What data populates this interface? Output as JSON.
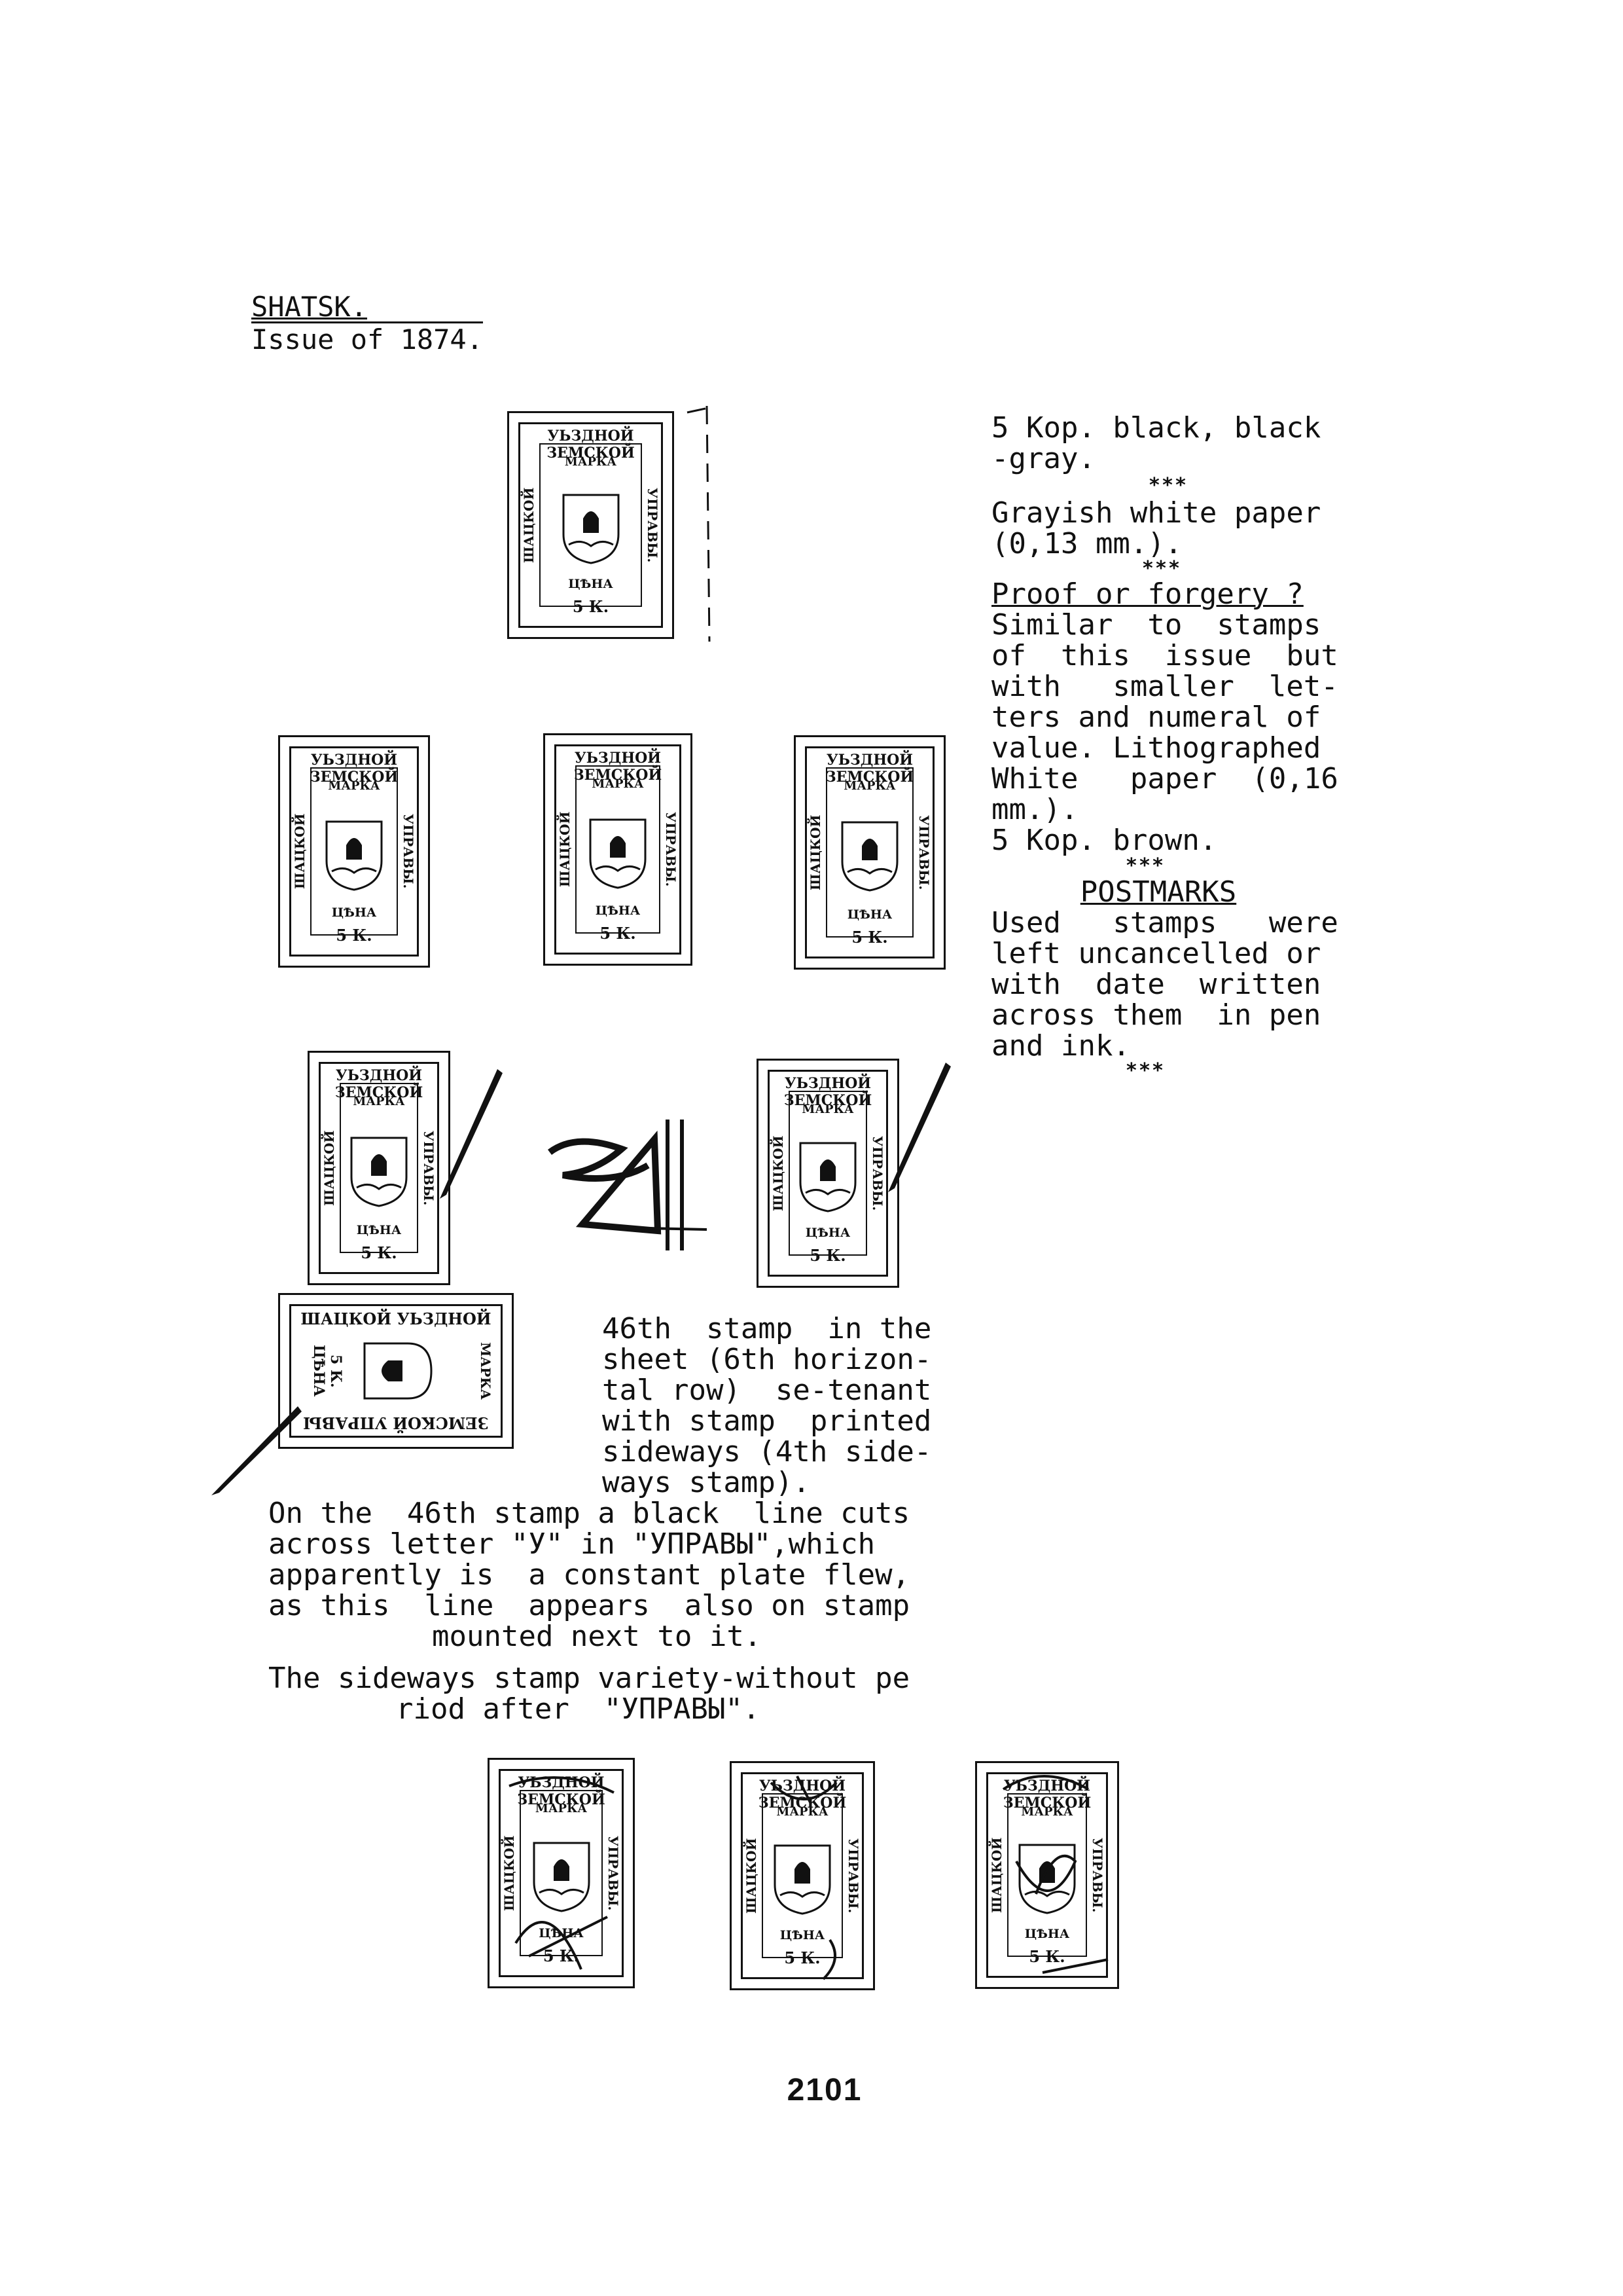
{
  "header": {
    "title": "SHATSK.",
    "subtitle": "Issue of 1874."
  },
  "right_column": {
    "desc_lines": [
      "5 Kop. black, black",
      "-gray."
    ],
    "stars": "***",
    "paper_lines": [
      "Grayish white paper",
      "(0,13 mm.)."
    ],
    "proof_heading": "Proof or forgery ?",
    "proof_lines": [
      "Similar  to  stamps",
      "of  this  issue  but",
      "with   smaller  let-",
      "ters and numeral of",
      "value. Lithographed",
      "White   paper  (0,16",
      "mm.).",
      "5 Kop. brown."
    ],
    "postmarks_heading": "POSTMARKS",
    "postmarks_lines": [
      "Used   stamps   were",
      "left uncancelled or",
      "with  date  written",
      "across them  in pen",
      "and ink."
    ]
  },
  "stamp_text": {
    "top_arc": "УЬЗДНОЙ ЗЕМСКОЙ",
    "marka": "МАРКА",
    "left_side": "ШАЦКОЙ",
    "right_side": "УПРАВЫ.",
    "price": "ЦѢНА",
    "value": "5 К.",
    "sideways_top": "ШАЦКОЙ УЬЗДНОЙ",
    "sideways_bottom": "ЗЕМСКОЙ УПРАВЫ"
  },
  "note_46": {
    "lines": [
      "46th  stamp  in the",
      "sheet (6th horizon-",
      "tal row)  se-tenant",
      "with stamp  printed",
      "sideways (4th side-",
      "ways stamp)."
    ]
  },
  "paragraph": {
    "lines": [
      "On the  46th stamp a black  line cuts",
      "across letter \"У\" in \"УПРАВЫ\",which",
      "apparently is  a constant plate flew,",
      "as this  line  appears  also on stamp",
      "mounted next to it."
    ]
  },
  "paragraph2": {
    "lines": [
      "The sideways stamp variety-without pe",
      "riod after  \"УПРАВЫ\"."
    ]
  },
  "page_number": "2101"
}
